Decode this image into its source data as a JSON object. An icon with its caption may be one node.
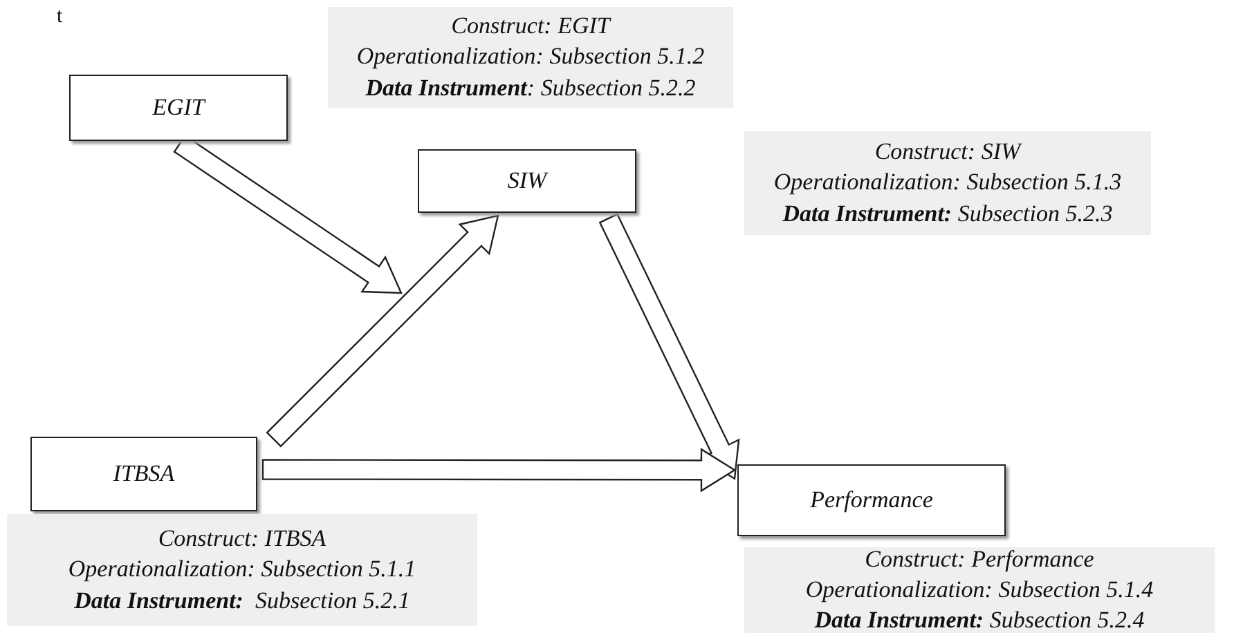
{
  "diagram": {
    "nodes": [
      {
        "text": [
          "EGIT"
        ]
      },
      {
        "text": [
          "SIW"
        ]
      },
      {
        "text": [
          "ITBSA"
        ]
      },
      {
        "text": [
          "Performance"
        ]
      },
      {
        "text": [
          "Construct: EGIT",
          "Operationalization: Subsection 5.1.2",
          "**Data Instrument**: Subsection 5.2.2"
        ]
      },
      {
        "text": [
          "Construct: SIW",
          "Operationalization: Subsection 5.1.3",
          "**Data Instrument:** Subsection 5.2.3"
        ]
      },
      {
        "text": [
          "Construct: ITBSA",
          "Operationalization: Subsection 5.1.1",
          "**Data Instrument:**  Subsection 5.2.1"
        ]
      },
      {
        "text": [
          "Construct: Performance",
          "Operationalization: Subsection 5.1.4",
          "**Data Instrument:** Subsection 5.2.4"
        ]
      }
    ],
    "edges": [
      {
        "from": 0,
        "to": null,
        "arrow": "to"
      },
      {
        "from": 2,
        "to": 1,
        "arrow": "to"
      },
      {
        "from": 1,
        "to": 3,
        "arrow": "to"
      },
      {
        "from": 2,
        "to": 3,
        "arrow": "to"
      }
    ],
    "labels": [
      "t"
    ]
  }
}
